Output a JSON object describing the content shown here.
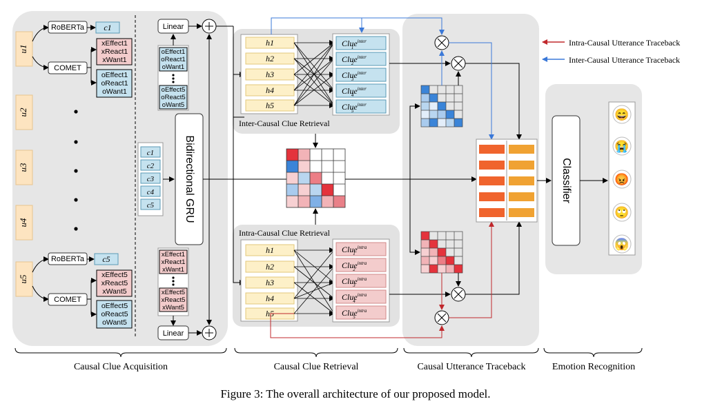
{
  "legend": {
    "intra": {
      "label": "Intra-Causal Utterance Traceback",
      "color": "#c0282c"
    },
    "inter": {
      "label": "Inter-Causal Utterance Traceback",
      "color": "#3a78d8"
    }
  },
  "sections": {
    "acquisition": "Causal Clue Acquisition",
    "retrieval": "Causal Clue Retrieval",
    "traceback": "Causal Utterance Traceback",
    "recognition": "Emotion Recognition"
  },
  "acquisition": {
    "utterances": [
      "u1",
      "u2",
      "u3",
      "u4",
      "u5"
    ],
    "roberta": "RoBERTa",
    "comet": "COMET",
    "c1": "c1",
    "c5": "c5",
    "x1": [
      "xEffect1",
      "xReact1",
      "xWant1"
    ],
    "o1": [
      "oEffect1",
      "oReact1",
      "oWant1"
    ],
    "x5": [
      "xEffect5",
      "xReact5",
      "xWant5"
    ],
    "o5": [
      "oEffect5",
      "oReact5",
      "oWant5"
    ],
    "clist": [
      "c1",
      "c2",
      "c3",
      "c4",
      "c5"
    ],
    "linear": "Linear",
    "gru": "Bidirectional GRU",
    "ostack_top": [
      "oEffect1",
      "oReact1",
      "oWant1",
      "oEffect5",
      "oReact5",
      "oWant5"
    ],
    "xstack_bot": [
      "xEffect1",
      "xReact1",
      "xWant1",
      "xEffect5",
      "xReact5",
      "xWant5"
    ]
  },
  "retrieval": {
    "inter_title": "Inter-Causal Clue Retrieval",
    "intra_title": "Intra-Causal Clue Retrieval",
    "h": [
      "h1",
      "h2",
      "h3",
      "h4",
      "h5"
    ],
    "clue": "Clue",
    "inter_sup": "inter",
    "intra_sup": "intra"
  },
  "recognition": {
    "classifier": "Classifier",
    "emojis": [
      "😄",
      "😭",
      "😡",
      "🙄",
      "😱"
    ]
  },
  "colors": {
    "panel": "#e6e6e6",
    "blue_fill": "#c5e2ef",
    "red_fill": "#f3cccc",
    "yellow_fill": "#fdf0c8",
    "orange1": "#f0642d",
    "orange2": "#f0a232"
  },
  "caption": "Figure 3: The overall architecture of our proposed model."
}
